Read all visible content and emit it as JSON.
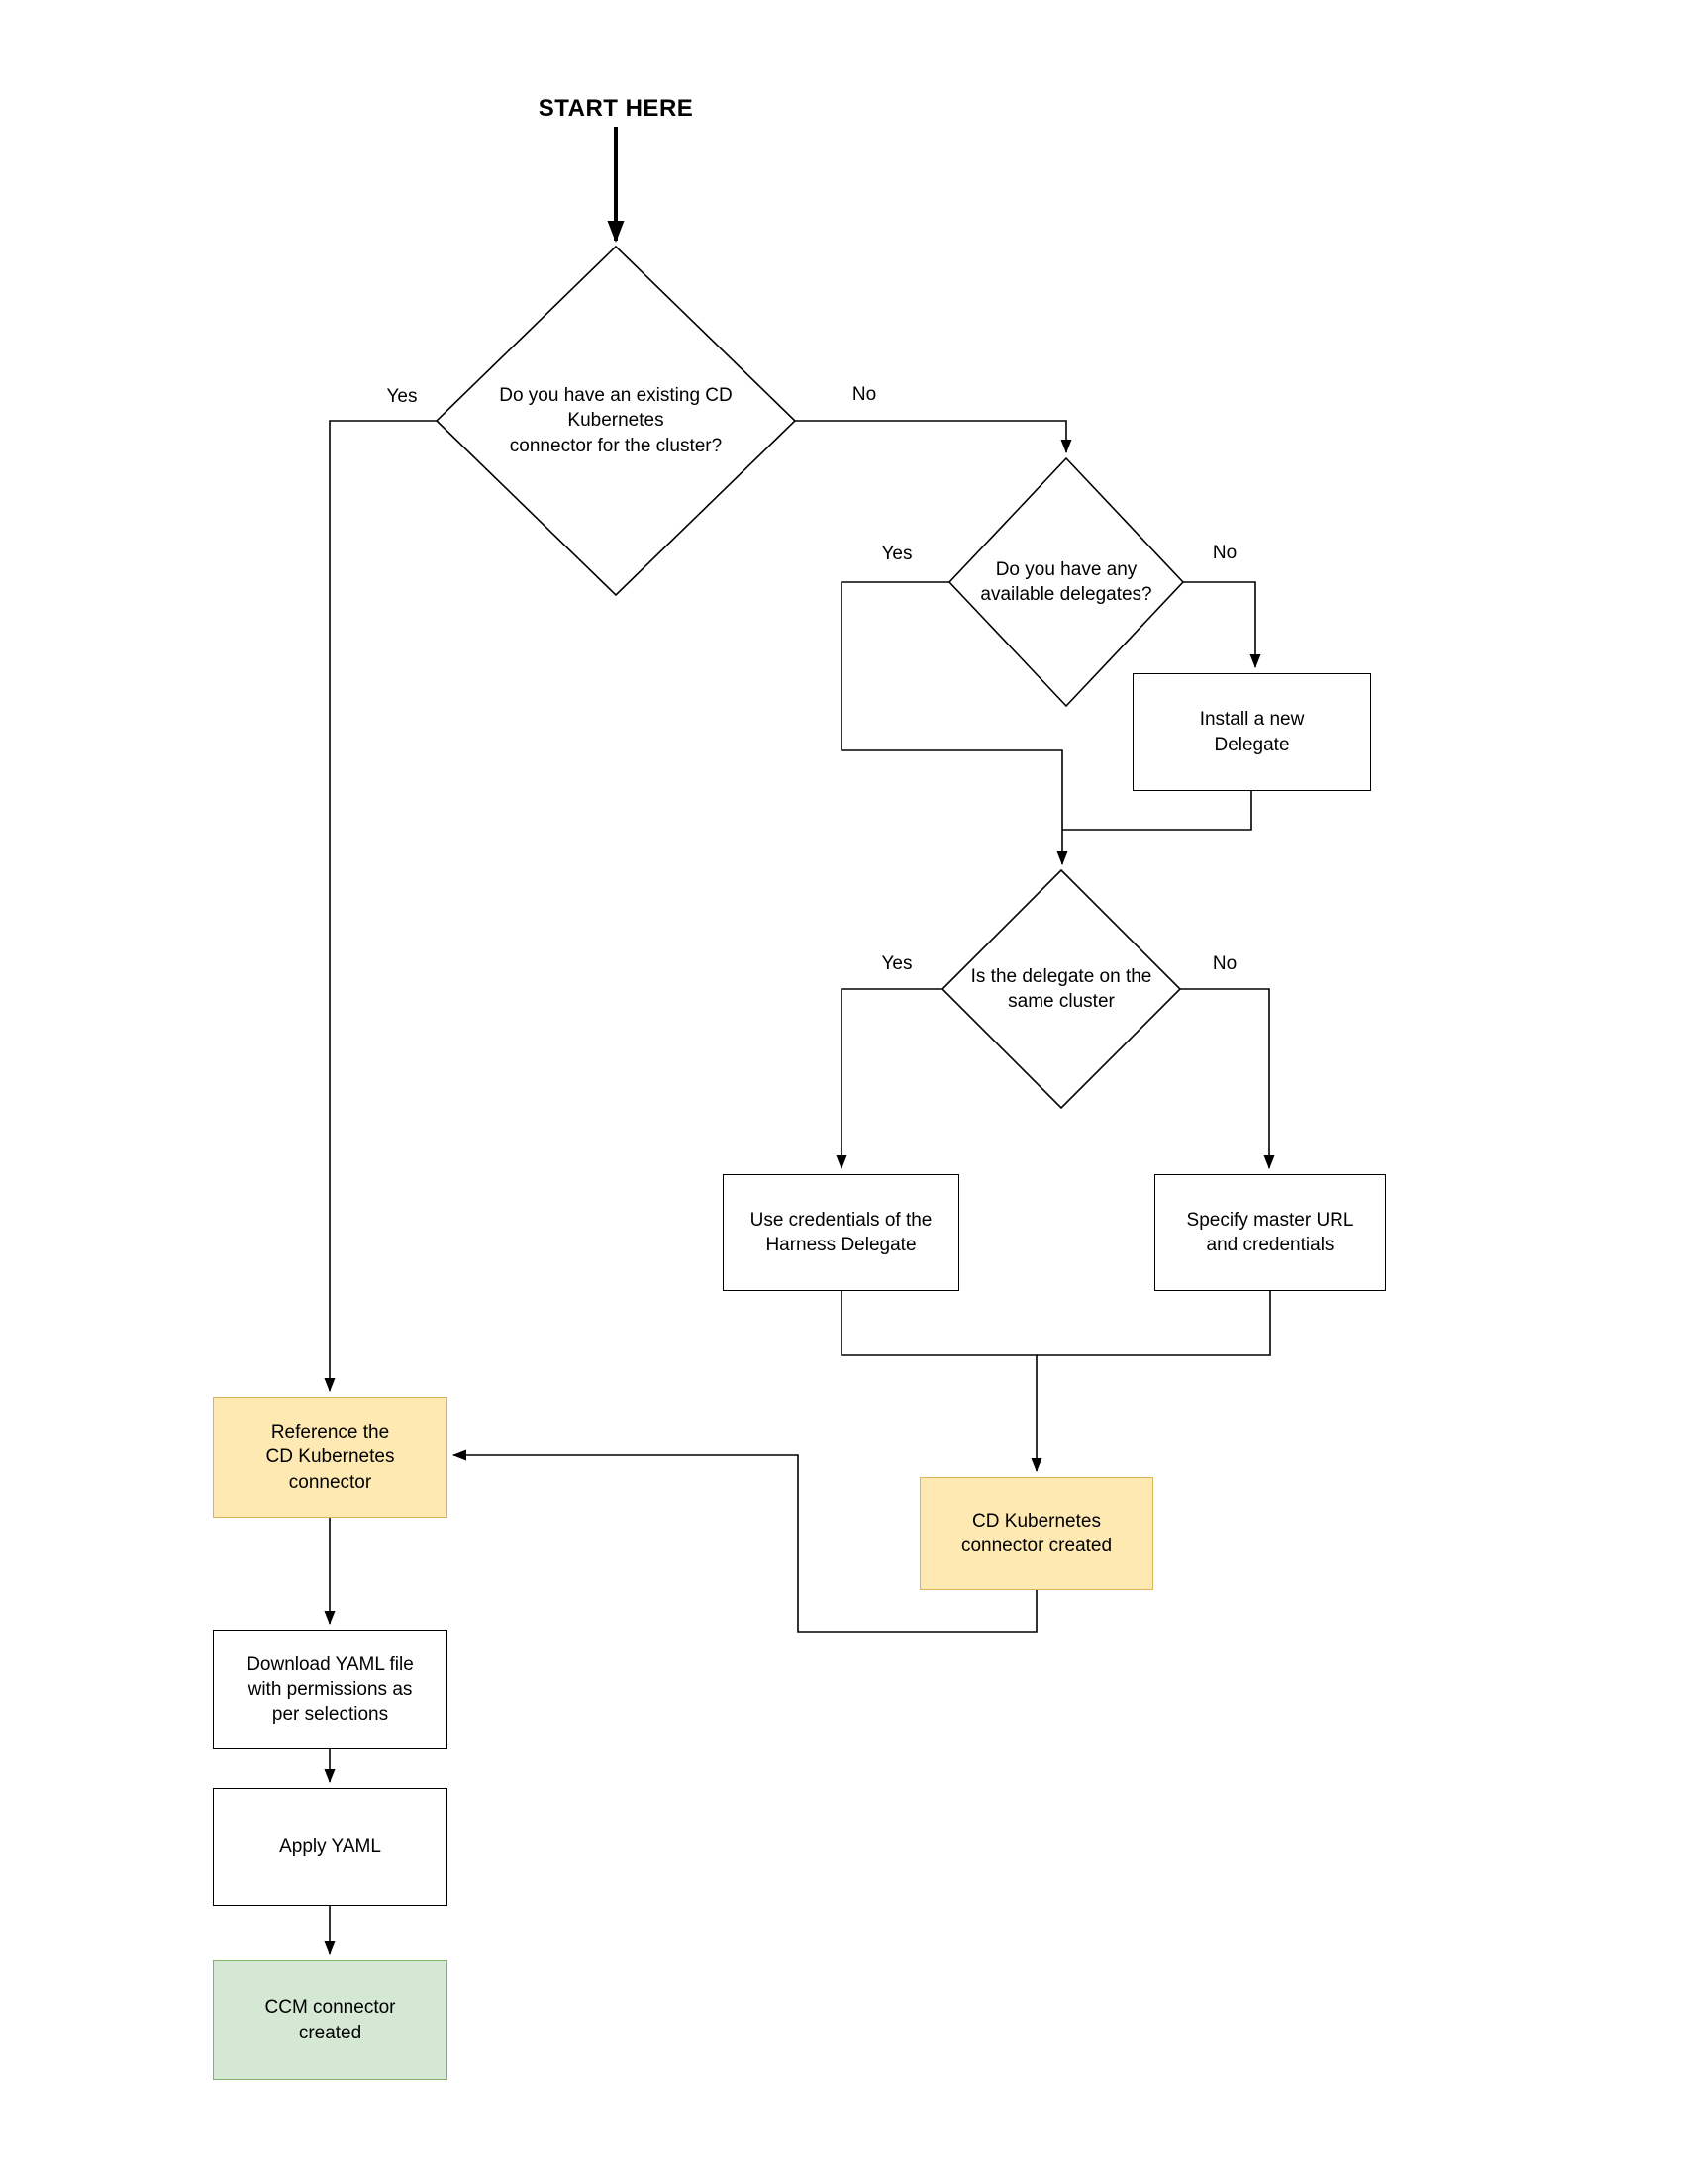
{
  "colors": {
    "canvas_bg": "#ffffff",
    "line_color": "#000000",
    "text_color": "#000000",
    "box_bg": "#ffffff",
    "box_border": "#000000",
    "highlight_bg": "#ffe9b3",
    "highlight_border": "#d6b656",
    "success_bg": "#d5e8d4",
    "success_border": "#82b366"
  },
  "flowchart": {
    "start_label": "START HERE",
    "decisions": {
      "existing_connector": {
        "question": "Do you have an existing CD\nKubernetes\nconnector for the cluster?",
        "yes_label": "Yes",
        "no_label": "No"
      },
      "available_delegates": {
        "question": "Do you have any\navailable delegates?",
        "yes_label": "Yes",
        "no_label": "No"
      },
      "same_cluster": {
        "question": "Is the delegate on the\nsame cluster",
        "yes_label": "Yes",
        "no_label": "No"
      }
    },
    "nodes": {
      "install_delegate": "Install a new\nDelegate",
      "use_credentials": "Use credentials of the\nHarness Delegate",
      "specify_master": "Specify master URL\nand credentials",
      "cd_connector_created": "CD Kubernetes\nconnector created",
      "reference_connector": "Reference the\nCD Kubernetes\nconnector",
      "download_yaml": "Download YAML file\nwith permissions as\nper selections",
      "apply_yaml": "Apply YAML",
      "ccm_connector_created": "CCM connector\ncreated"
    }
  }
}
